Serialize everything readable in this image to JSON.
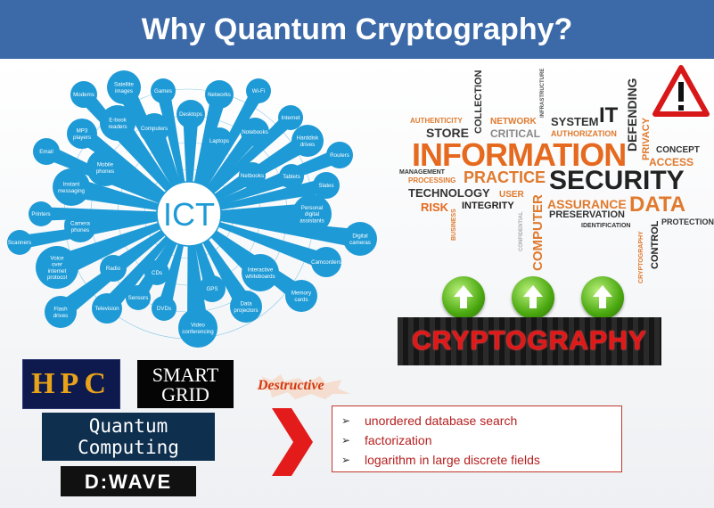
{
  "slide": {
    "title": "Why Quantum Cryptography?"
  },
  "ict_diagram": {
    "center_label": "ICT",
    "nodes": [
      "Satellite images",
      "Modems",
      "Games",
      "Networks",
      "Wi-Fi",
      "E-book readers",
      "Computers",
      "Desktops",
      "Internet",
      "MP3 players",
      "Laptops",
      "Notebooks",
      "Harddisk drives",
      "Email",
      "Mobile phones",
      "Routers",
      "Netbooks",
      "Tablets",
      "Instant messaging",
      "Slates",
      "Printers",
      "Camera phones",
      "Personal digital assistants",
      "Scanners",
      "Digital cameras",
      "Camcorders",
      "Voice over internet protocol",
      "Radio",
      "CDs",
      "Interactive whiteboards",
      "GPS",
      "Memory cards",
      "Sensors",
      "Flash drives",
      "Television",
      "DVDs",
      "Data projectors",
      "Video conferencing"
    ]
  },
  "word_cloud": {
    "words": [
      "AUTHENTICITY",
      "COLLECTION",
      "NETWORK",
      "SYSTEM",
      "IT",
      "DEFENDING",
      "INFRASTRUCTURE",
      "STORE",
      "CRITICAL",
      "AUTHORIZATION",
      "PRIVACY",
      "INFORMATION",
      "CONCEPT",
      "ACCESS",
      "MANAGEMENT",
      "PROCESSING",
      "PRACTICE",
      "SECURITY",
      "TECHNOLOGY",
      "USER",
      "COMPUTER",
      "RISK",
      "INTEGRITY",
      "ASSURANCE",
      "DATA",
      "PRESERVATION",
      "IDENTIFICATION",
      "PROTECTION",
      "CONFIDENTIAL",
      "BUSINESS",
      "CRYPTOGRAPHY",
      "CONTROL"
    ]
  },
  "crypto_banner": {
    "text": "CRYPTOGRAPHY"
  },
  "logos": {
    "hpc": "HPC",
    "smart_grid_line1": "SMART",
    "smart_grid_line2": "GRID",
    "destructive": "Destructive",
    "quantum_line1": "Quantum",
    "quantum_line2": "Computing",
    "dwave": "D:WAVE"
  },
  "bullets": [
    "unordered database search",
    "factorization",
    "logarithm in large discrete fields"
  ],
  "colors": {
    "title_bar": "#3c6aa8",
    "ict_bubble": "#1e9ad6",
    "bullet_text": "#b51e1e",
    "chevron": "#e31b1b"
  }
}
